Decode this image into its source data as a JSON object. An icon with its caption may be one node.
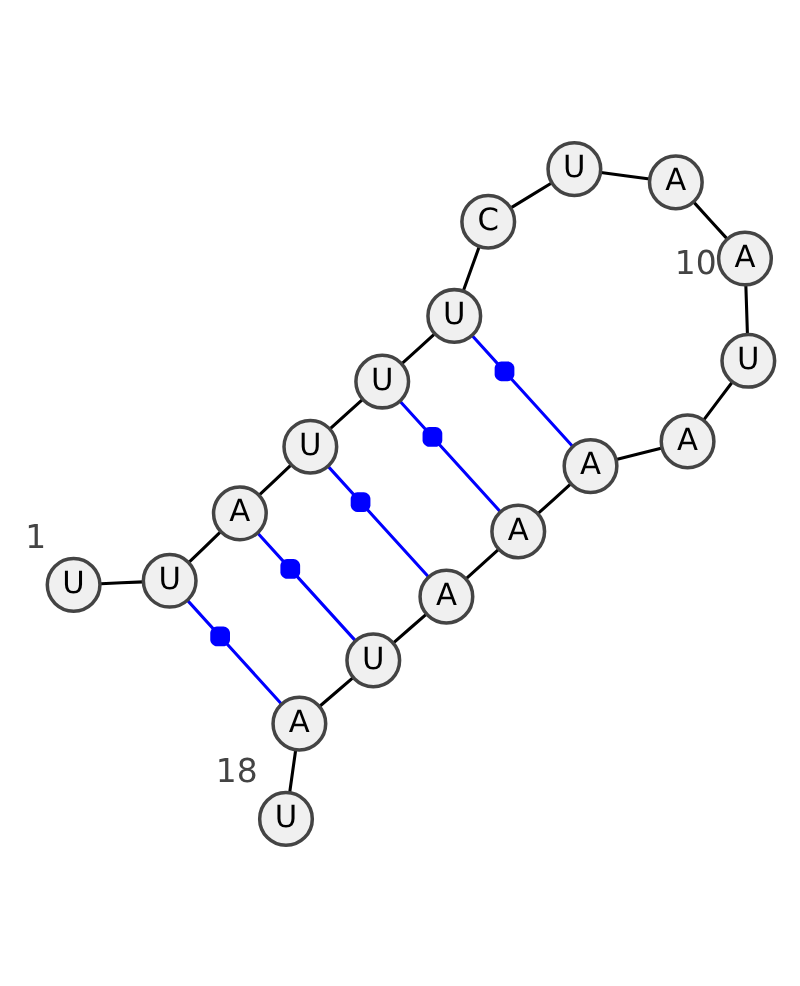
{
  "diagram": {
    "nodes": [
      {
        "text": [
          "U"
        ],
        "beside": [
          "1"
        ]
      },
      {
        "text": [
          "U"
        ]
      },
      {
        "text": [
          "A"
        ]
      },
      {
        "text": [
          "U"
        ]
      },
      {
        "text": [
          "U"
        ]
      },
      {
        "text": [
          "U"
        ]
      },
      {
        "text": [
          "C"
        ]
      },
      {
        "text": [
          "U"
        ]
      },
      {
        "text": [
          "A"
        ]
      },
      {
        "text": [
          "A"
        ],
        "beside": [
          "10"
        ]
      },
      {
        "text": [
          "U"
        ]
      },
      {
        "text": [
          "A"
        ]
      },
      {
        "text": [
          "A"
        ]
      },
      {
        "text": [
          "A"
        ]
      },
      {
        "text": [
          "A"
        ]
      },
      {
        "text": [
          "U"
        ]
      },
      {
        "text": [
          "A"
        ]
      },
      {
        "text": [
          "U"
        ],
        "beside": [
          "18"
        ]
      }
    ],
    "edges": [
      {
        "from": 0,
        "to": 1,
        "arrow": "none"
      },
      {
        "from": 1,
        "to": 2,
        "arrow": "none"
      },
      {
        "from": 2,
        "to": 3,
        "arrow": "none"
      },
      {
        "from": 3,
        "to": 4,
        "arrow": "none"
      },
      {
        "from": 4,
        "to": 5,
        "arrow": "none"
      },
      {
        "from": 5,
        "to": 6,
        "arrow": "none"
      },
      {
        "from": 6,
        "to": 7,
        "arrow": "none"
      },
      {
        "from": 7,
        "to": 8,
        "arrow": "none"
      },
      {
        "from": 8,
        "to": 9,
        "arrow": "none"
      },
      {
        "from": 9,
        "to": 10,
        "arrow": "none"
      },
      {
        "from": 10,
        "to": 11,
        "arrow": "none"
      },
      {
        "from": 11,
        "to": 12,
        "arrow": "none"
      },
      {
        "from": 12,
        "to": 13,
        "arrow": "none"
      },
      {
        "from": 13,
        "to": 14,
        "arrow": "none"
      },
      {
        "from": 14,
        "to": 15,
        "arrow": "none"
      },
      {
        "from": 15,
        "to": 16,
        "arrow": "none"
      },
      {
        "from": 16,
        "to": 17,
        "arrow": "none"
      },
      {
        "from": 5,
        "to": 12,
        "arrow": "none",
        "color": "#0000ff"
      },
      {
        "from": 4,
        "to": 13,
        "arrow": "none",
        "color": "#0000ff"
      },
      {
        "from": 3,
        "to": 14,
        "arrow": "none",
        "color": "#0000ff"
      },
      {
        "from": 2,
        "to": 15,
        "arrow": "none",
        "color": "#0000ff"
      },
      {
        "from": 1,
        "to": 16,
        "arrow": "none",
        "color": "#0000ff"
      }
    ]
  }
}
